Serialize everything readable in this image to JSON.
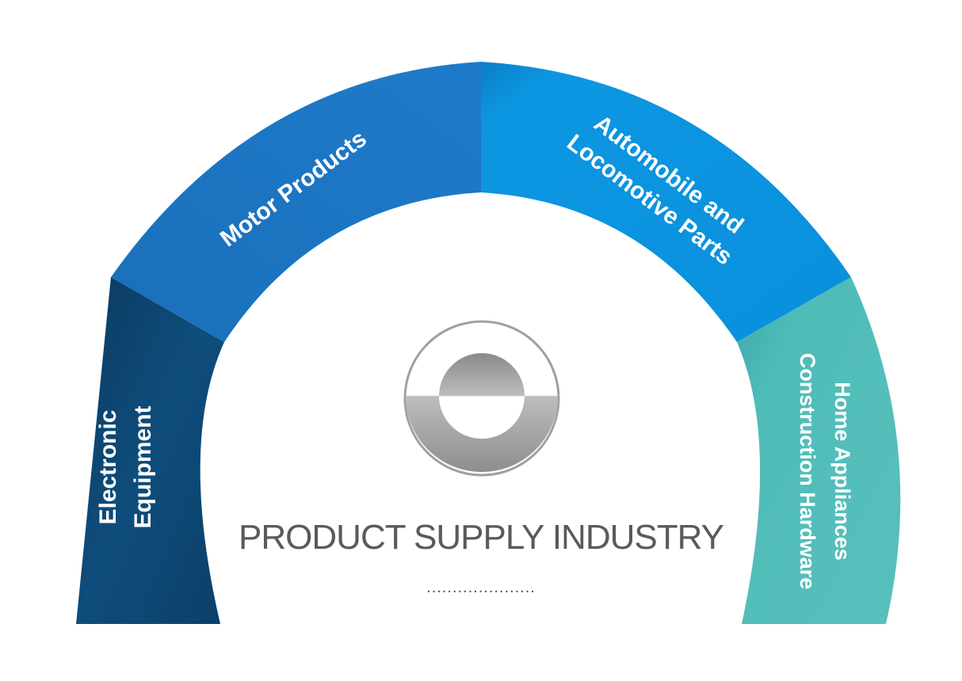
{
  "center": {
    "title": "PRODUCT SUPPLY INDUSTRY",
    "dots": "....................."
  },
  "segments": [
    {
      "id": "electronic-equipment",
      "lines": [
        "Electronic",
        "Equipment"
      ],
      "color": "#0d4874"
    },
    {
      "id": "motor-products",
      "lines": [
        "Motor Products"
      ],
      "color": "#1b75c2"
    },
    {
      "id": "automobile-locomotive-parts",
      "lines": [
        "Automobile and",
        "Locomotive Parts"
      ],
      "color": "#0c97e4"
    },
    {
      "id": "home-appliances-construction-hardware",
      "lines": [
        "Home Appliances",
        "Construction Hardware"
      ],
      "color": "#4fbcb8"
    }
  ],
  "colors": {
    "icon_ring": "#9a9a9a",
    "icon_fill": "#a8a8a8",
    "title": "#5a5a5a"
  },
  "icons": [
    "half-circle-logo-icon"
  ]
}
